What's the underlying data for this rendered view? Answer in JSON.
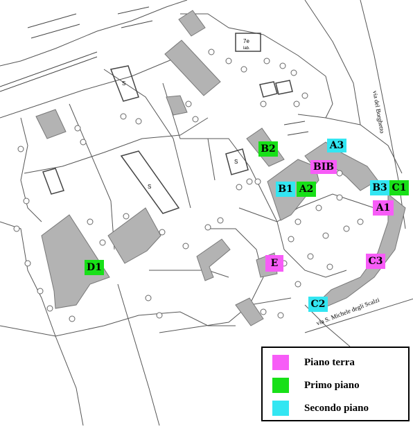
{
  "colors": {
    "piano_terra": "#f75cf7",
    "primo_piano": "#18e018",
    "secondo_piano": "#33e6f2",
    "building": "#b3b3b3",
    "line": "#555555"
  },
  "streets": {
    "borghetto": "via del Borghetto",
    "scalzi": "via S. Michele degli Scalzi"
  },
  "plan_marks": {
    "s": "S",
    "seven_b": "7e",
    "lab": "lab."
  },
  "labels": [
    {
      "id": "A3",
      "text": "A3",
      "floor": "secondo_piano"
    },
    {
      "id": "B2",
      "text": "B2",
      "floor": "primo_piano"
    },
    {
      "id": "BIB",
      "text": "BIB",
      "floor": "piano_terra"
    },
    {
      "id": "B1",
      "text": "B1",
      "floor": "secondo_piano"
    },
    {
      "id": "A2",
      "text": "A2",
      "floor": "primo_piano"
    },
    {
      "id": "B3",
      "text": "B3",
      "floor": "secondo_piano"
    },
    {
      "id": "C1",
      "text": "C1",
      "floor": "primo_piano"
    },
    {
      "id": "A1",
      "text": "A1",
      "floor": "piano_terra"
    },
    {
      "id": "C3",
      "text": "C3",
      "floor": "piano_terra"
    },
    {
      "id": "E",
      "text": "E",
      "floor": "piano_terra"
    },
    {
      "id": "D1",
      "text": "D1",
      "floor": "primo_piano"
    },
    {
      "id": "C2",
      "text": "C2",
      "floor": "secondo_piano"
    }
  ],
  "legend": {
    "items": [
      {
        "label": "Piano terra",
        "floor": "piano_terra"
      },
      {
        "label": "Primo piano",
        "floor": "primo_piano"
      },
      {
        "label": "Secondo piano",
        "floor": "secondo_piano"
      }
    ]
  }
}
